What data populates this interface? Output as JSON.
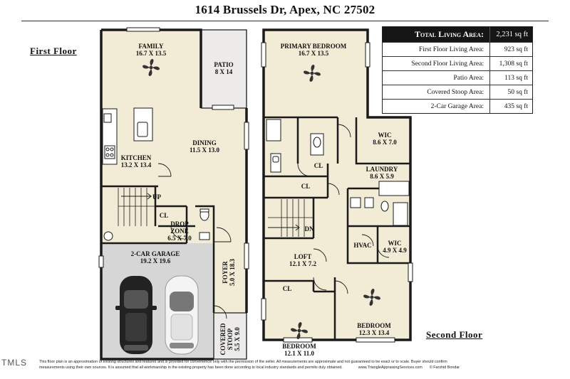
{
  "title": "1614 Brussels Dr, Apex, NC 27502",
  "floors": {
    "first": "First Floor",
    "second": "Second Floor"
  },
  "rooms": {
    "family": {
      "name": "FAMILY",
      "dims": "16.7 X 13.5"
    },
    "patio": {
      "name": "PATIO",
      "dims": "8 X 14"
    },
    "kitchen": {
      "name": "KITCHEN",
      "dims": "13.2 X 13.4"
    },
    "dining": {
      "name": "DINING",
      "dims": "11.5 X 13.0"
    },
    "up": {
      "name": "UP"
    },
    "cl_drop": {
      "name": "CL"
    },
    "drop_zone": {
      "name": "DROP",
      "name2": "ZONE",
      "dims": "6.5 X 7.0"
    },
    "garage": {
      "name": "2-CAR GARAGE",
      "dims": "19.2 X 19.6"
    },
    "foyer": {
      "name": "FOYER",
      "dims": "5.0 X 18.3"
    },
    "stoop": {
      "name": "COVERED",
      "name2": "STOOP",
      "dims": "5.5 X 9.0"
    },
    "primary": {
      "name": "PRIMARY BEDROOM",
      "dims": "16.7 X 13.5"
    },
    "wic1": {
      "name": "WIC",
      "dims": "8.6 X 7.0"
    },
    "cl_primary": {
      "name": "CL"
    },
    "cl_hall": {
      "name": "CL"
    },
    "laundry": {
      "name": "LAUNDRY",
      "dims": "8.6 X 5.9"
    },
    "dn": {
      "name": "DN"
    },
    "hvac": {
      "name": "HVAC"
    },
    "wic2": {
      "name": "WIC",
      "dims": "4.9 X 4.9"
    },
    "loft": {
      "name": "LOFT",
      "dims": "12.1 X 7.2"
    },
    "cl_bed": {
      "name": "CL"
    },
    "bedroom1": {
      "name": "BEDROOM",
      "dims": "12.1 X 11.0"
    },
    "bedroom2": {
      "name": "BEDROOM",
      "dims": "12.3 X 13.4"
    }
  },
  "area_table": [
    {
      "label": "Total Living Area:",
      "value": "2,231 sq ft"
    },
    {
      "label": "First Floor Living Area:",
      "value": "923 sq ft"
    },
    {
      "label": "Second Floor Living Area:",
      "value": "1,308 sq ft"
    },
    {
      "label": "Patio Area:",
      "value": "113 sq ft"
    },
    {
      "label": "Covered Stoop Area:",
      "value": "50 sq ft"
    },
    {
      "label": "2-Car Garage Area:",
      "value": "435 sq ft"
    }
  ],
  "disclaimer": {
    "line1": "This floor plan is an approximation of existing structures and features and is provided for convenience only with the permission of the seller.  All measurements are approximate and not guaranteed to be exact or to scale.  Buyer should confirm",
    "line2": "measurements using their own sources.  It is assumed that all workmanship in the existing property has been done according to local industry standards and permits duly obtained.",
    "site": "www.TriangleAppraisingServices.com",
    "copyright": "© Farshid Bondar"
  },
  "watermark": "TMLS",
  "colors": {
    "floor": "#f2ecd6",
    "garage": "#d6d6d6",
    "patio": "#ecebea",
    "wall": "#1a1a1a"
  }
}
